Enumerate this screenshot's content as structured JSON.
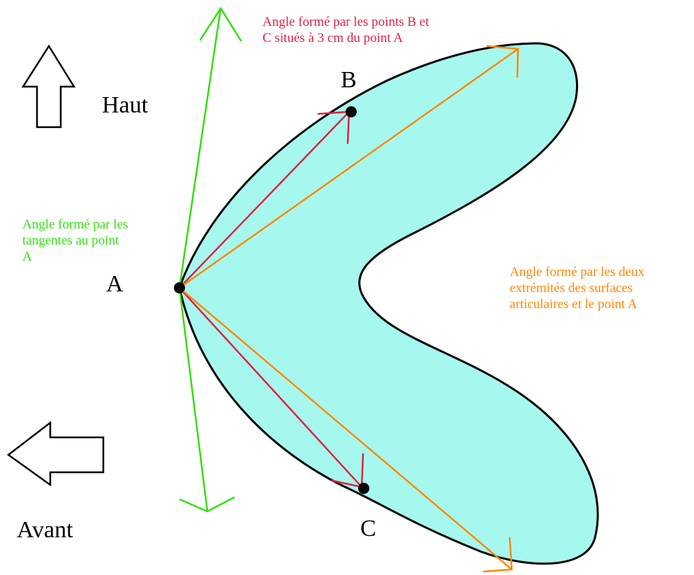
{
  "colors": {
    "shape_fill": "#a6f8ee",
    "outline": "#000000",
    "tangent": "#33dd11",
    "point_vectors": "#dd2244",
    "extremity_vectors": "#ff8800"
  },
  "labels": {
    "haut": "Haut",
    "avant": "Avant",
    "point_a": "A",
    "point_b": "B",
    "point_c": "C"
  },
  "notes": {
    "red": [
      "Angle formé par les points B et",
      "C situés à 3 cm du point A"
    ],
    "green": [
      "Angle formé par les",
      "tangentes au point",
      "A"
    ],
    "orange": [
      "Angle formé par les deux",
      "extrémités des surfaces",
      "articulaires et le point A"
    ]
  },
  "icons": {
    "up": "arrow-up-outline-icon",
    "left": "arrow-left-outline-icon"
  }
}
